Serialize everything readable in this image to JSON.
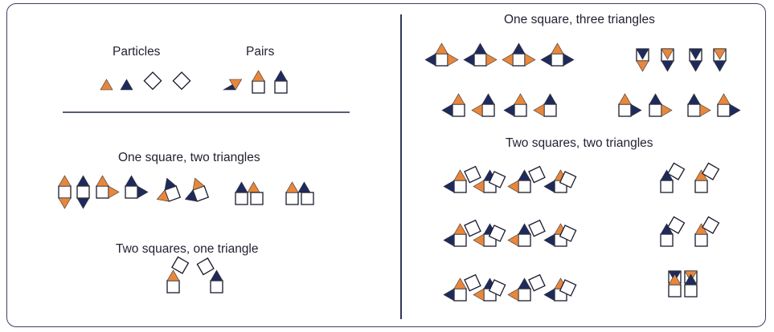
{
  "labels": {
    "particles": "Particles",
    "pairs": "Pairs",
    "one_sq_two_tri": "One square, two triangles",
    "two_sq_one_tri": "Two squares, one triangle",
    "one_sq_three_tri": "One square, three triangles",
    "two_sq_two_tri": "Two squares, two triangles"
  },
  "colors": {
    "orange": "#e8873c",
    "navy": "#1f2a5c",
    "outline": "#1a1a2e",
    "border": "#3c3f66"
  }
}
